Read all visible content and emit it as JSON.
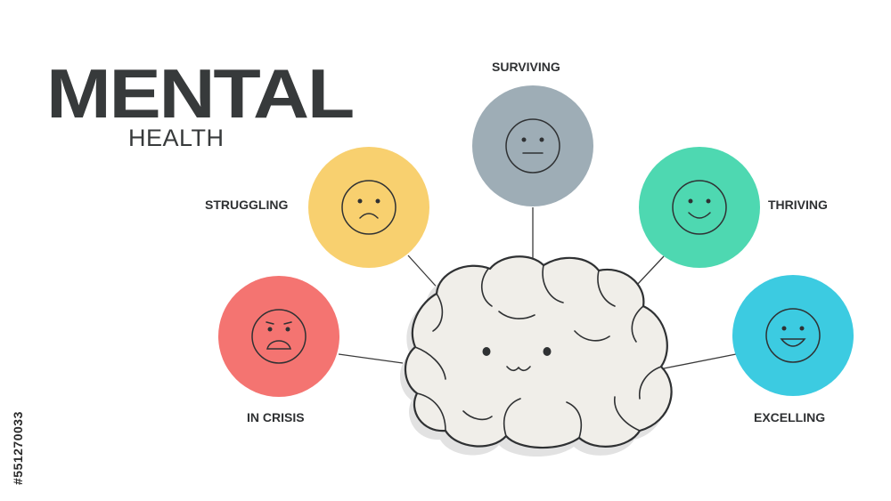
{
  "title": {
    "main": "MENTAL",
    "sub": "HEALTH"
  },
  "states": [
    {
      "id": "in-crisis",
      "label": "IN CRISIS",
      "color": "#f47471",
      "face": "crisis"
    },
    {
      "id": "struggling",
      "label": "STRUGGLING",
      "color": "#f8d06f",
      "face": "sad"
    },
    {
      "id": "surviving",
      "label": "SURVIVING",
      "color": "#9eadb6",
      "face": "neutral"
    },
    {
      "id": "thriving",
      "label": "THRIVING",
      "color": "#4ed8b1",
      "face": "smile"
    },
    {
      "id": "excelling",
      "label": "EXCELLING",
      "color": "#3ccbe1",
      "face": "happy"
    }
  ],
  "center": {
    "icon": "brain-icon",
    "fill": "#f0eee9",
    "shadow": "#e2e2e2"
  },
  "stock_id": "#551270033"
}
